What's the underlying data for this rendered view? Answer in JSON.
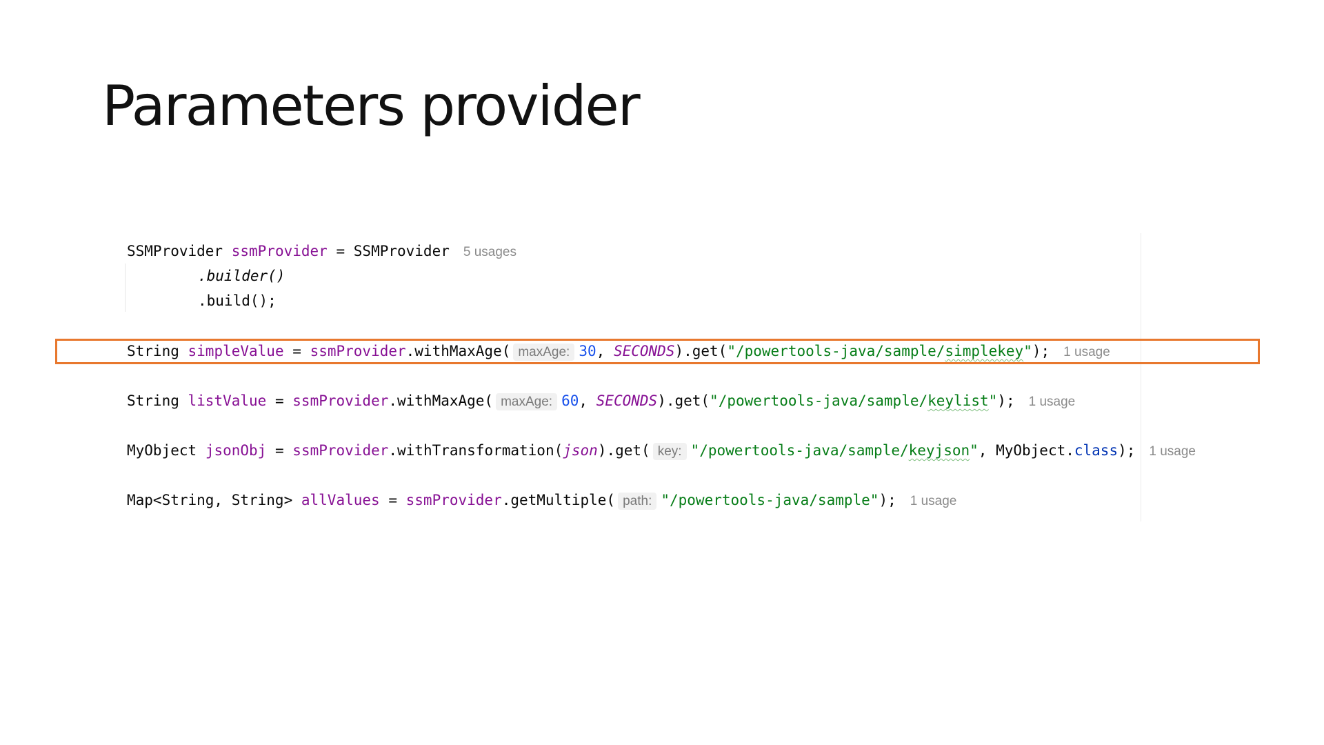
{
  "title": "Parameters provider",
  "code": {
    "line1": {
      "type": "SSMProvider",
      "var": "ssmProvider",
      "eq": "=",
      "rhs": "SSMProvider",
      "usage": "5 usages"
    },
    "line2": {
      "text": ".builder()"
    },
    "line3": {
      "text": ".build();"
    },
    "line4": {
      "type": "String",
      "var": "simpleValue",
      "eq": "=",
      "obj": "ssmProvider",
      "method": ".withMaxAge(",
      "hint": "maxAge:",
      "num": "30",
      "comma": ",",
      "const": "SECONDS",
      "after": ").get(",
      "str_open": "\"/powertools-java/sample/",
      "str_typo": "simplekey",
      "str_close": "\"",
      "end": ");",
      "usage": "1 usage"
    },
    "line5": {
      "type": "String",
      "var": "listValue",
      "eq": "=",
      "obj": "ssmProvider",
      "method": ".withMaxAge(",
      "hint": "maxAge:",
      "num": "60",
      "comma": ",",
      "const": "SECONDS",
      "after": ").get(",
      "str_open": "\"/powertools-java/sample/",
      "str_typo": "keylist",
      "str_close": "\"",
      "end": ");",
      "usage": "1 usage"
    },
    "line6": {
      "type": "MyObject",
      "var": "jsonObj",
      "eq": "=",
      "obj": "ssmProvider",
      "method": ".withTransformation(",
      "arg": "json",
      "after": ").get(",
      "hint": "key:",
      "str_open": "\"/powertools-java/sample/",
      "str_typo": "keyjson",
      "str_close": "\"",
      "sep": ", MyObject.",
      "kw": "class",
      "end": ");",
      "usage": "1 usage"
    },
    "line7": {
      "type": "Map<String, String>",
      "var": "allValues",
      "eq": "=",
      "obj": "ssmProvider",
      "method": ".getMultiple(",
      "hint": "path:",
      "str": "\"/powertools-java/sample\"",
      "end": ");",
      "usage": "1 usage"
    }
  },
  "colors": {
    "highlight": "#e8782e",
    "string": "#067d17",
    "variable": "#871094",
    "number": "#1750eb",
    "keyword": "#0033b3"
  }
}
